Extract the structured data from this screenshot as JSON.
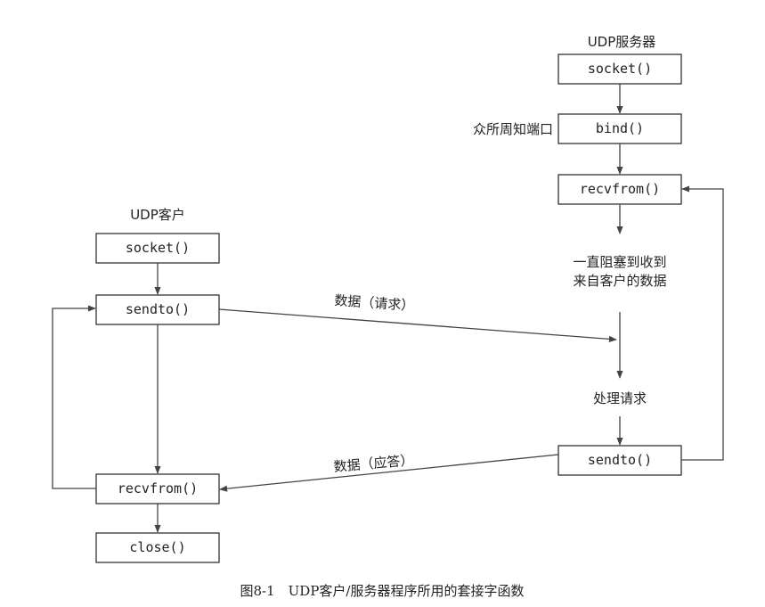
{
  "server": {
    "title": "UDP服务器",
    "socket_label": "socket()",
    "bind_label": "bind()",
    "bind_note": "众所周知端口",
    "recvfrom_label": "recvfrom()",
    "block_note_line1": "一直阻塞到收到",
    "block_note_line2": "来自客户的数据",
    "process_note": "处理请求",
    "sendto_label": "sendto()"
  },
  "client": {
    "title": "UDP客户",
    "socket_label": "socket()",
    "sendto_label": "sendto()",
    "recvfrom_label": "recvfrom()",
    "close_label": "close()"
  },
  "messages": {
    "request": "数据（请求）",
    "reply": "数据（应答）"
  },
  "caption": "图8-1　UDP客户/服务器程序所用的套接字函数"
}
